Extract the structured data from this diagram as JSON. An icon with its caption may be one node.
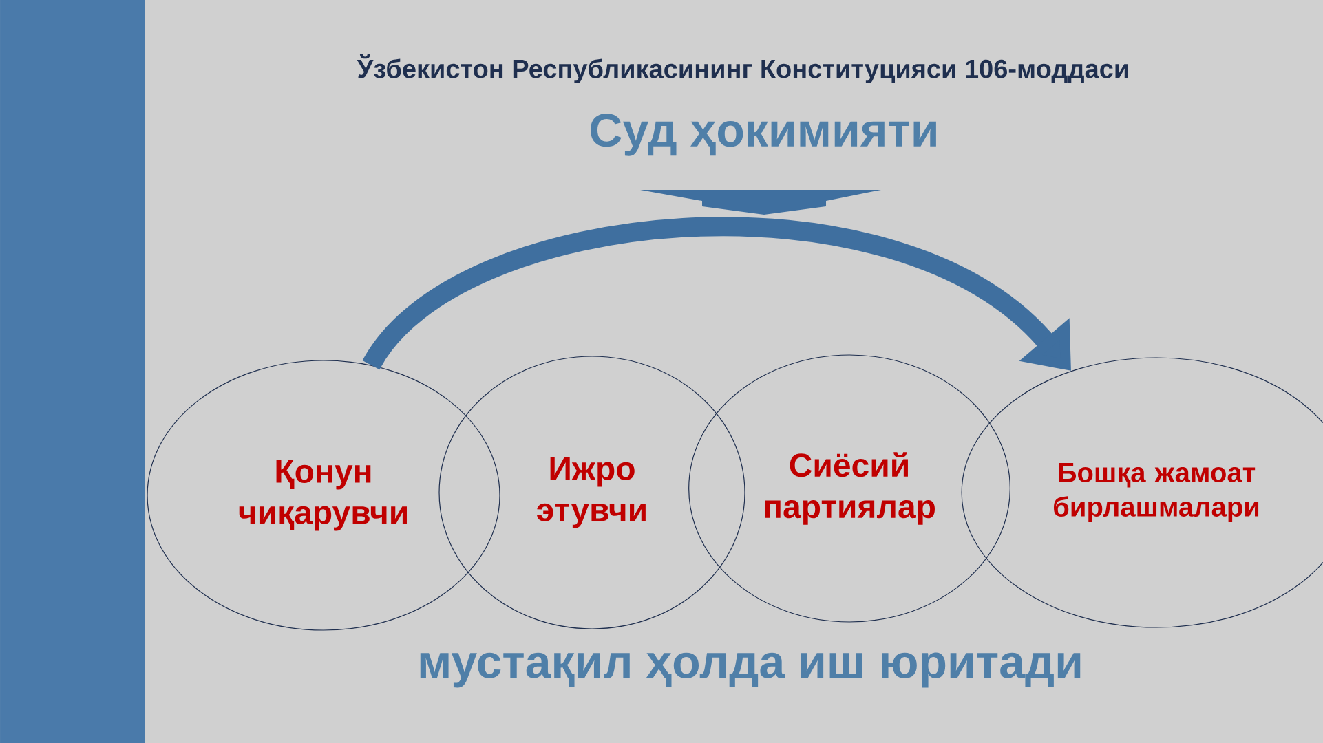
{
  "diagram": {
    "title": "Ўзбекистон Республикасининг Конституцияси 106-моддаси",
    "nodes": [
      {
        "text": [
          "Қонун чиқарувчи"
        ]
      },
      {
        "text": [
          "Ижро этувчи"
        ]
      },
      {
        "text": [
          "Сиёсий партиялар"
        ]
      },
      {
        "text": [
          "Бошқа жамоат бирлашмалари"
        ]
      }
    ],
    "edges": [
      {
        "from": 0,
        "to": 3,
        "arrow": "to"
      }
    ],
    "labels": [
      "Суд ҳокимияти",
      "мустақил ҳолда иш юритади"
    ]
  }
}
